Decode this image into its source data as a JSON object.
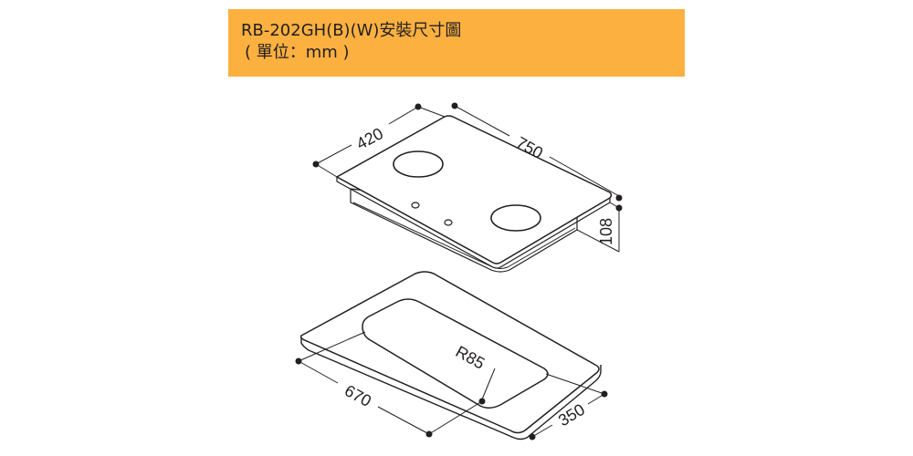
{
  "header": {
    "title": "RB-202GH(B)(W)安裝尺寸圖",
    "unit_note": "( 單位：mm )",
    "background_color": "#FBB040",
    "text_color": "#231F20"
  },
  "dimensions": {
    "hob_depth": "420",
    "hob_width": "750",
    "hob_height": "108",
    "cutout_width": "670",
    "cutout_depth": "350",
    "cutout_radius": "R85"
  },
  "colors": {
    "line": "#231F20",
    "surface": "#ffffff"
  }
}
